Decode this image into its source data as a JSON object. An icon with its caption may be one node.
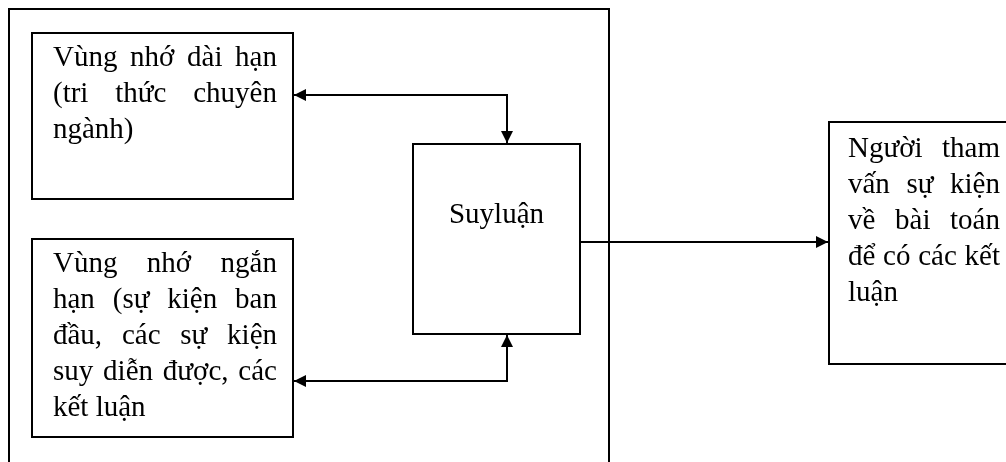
{
  "diagram": {
    "nodes": [
      {
        "text": [],
        "shape": "box"
      },
      {
        "text": [
          "Vùng nhớ dài hạn (tri thức chuyên ngành)"
        ],
        "in": 0
      },
      {
        "text": [
          "Vùng nhớ ngắn hạn (sự kiện ban đầu, các sự kiện suy diễn được, các kết luận"
        ],
        "in": 0
      },
      {
        "text": [
          "Suyluận"
        ],
        "in": 0
      },
      {
        "text": [
          "Người tham vấn sự kiện về bài toán để có các kết luận"
        ]
      }
    ],
    "edges": [
      {
        "from": 1,
        "to": 3,
        "arrow": "both"
      },
      {
        "from": 2,
        "to": 3,
        "arrow": "both"
      },
      {
        "from": 3,
        "to": 4,
        "arrow": "to"
      }
    ]
  }
}
